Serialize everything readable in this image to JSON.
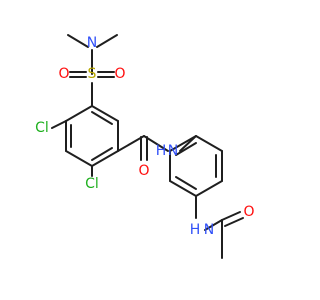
{
  "molecule": {
    "atoms": [
      {
        "id": "a1",
        "symbol": "N",
        "name": "sulfonamide-nitrogen-label"
      },
      {
        "id": "a2",
        "symbol": "S",
        "name": "sulfur-label"
      },
      {
        "id": "a3",
        "symbol": "O",
        "name": "sulfonyl-oxygen-left-label"
      },
      {
        "id": "a4",
        "symbol": "O",
        "name": "sulfonyl-oxygen-right-label"
      },
      {
        "id": "a5",
        "symbol": "Cl",
        "name": "chlorine-upper-label"
      },
      {
        "id": "a6",
        "symbol": "Cl",
        "name": "chlorine-lower-label"
      },
      {
        "id": "a7",
        "symbol": "O",
        "name": "amide-oxygen-label"
      },
      {
        "id": "a8",
        "symbol": "N",
        "name": "amide-nitrogen-label"
      },
      {
        "id": "a9",
        "symbol": "H",
        "name": "amide-hydrogen-label"
      },
      {
        "id": "a10",
        "symbol": "N",
        "name": "acetamide-nitrogen-label"
      },
      {
        "id": "a11",
        "symbol": "H",
        "name": "acetamide-hydrogen-label"
      },
      {
        "id": "a12",
        "symbol": "O",
        "name": "acetyl-oxygen-label"
      }
    ],
    "colors": {
      "N": "#3050f8",
      "O": "#ff0d0d",
      "S": "#b8a800",
      "Cl": "#1fb01f",
      "bond": "#1f1f1f"
    }
  }
}
